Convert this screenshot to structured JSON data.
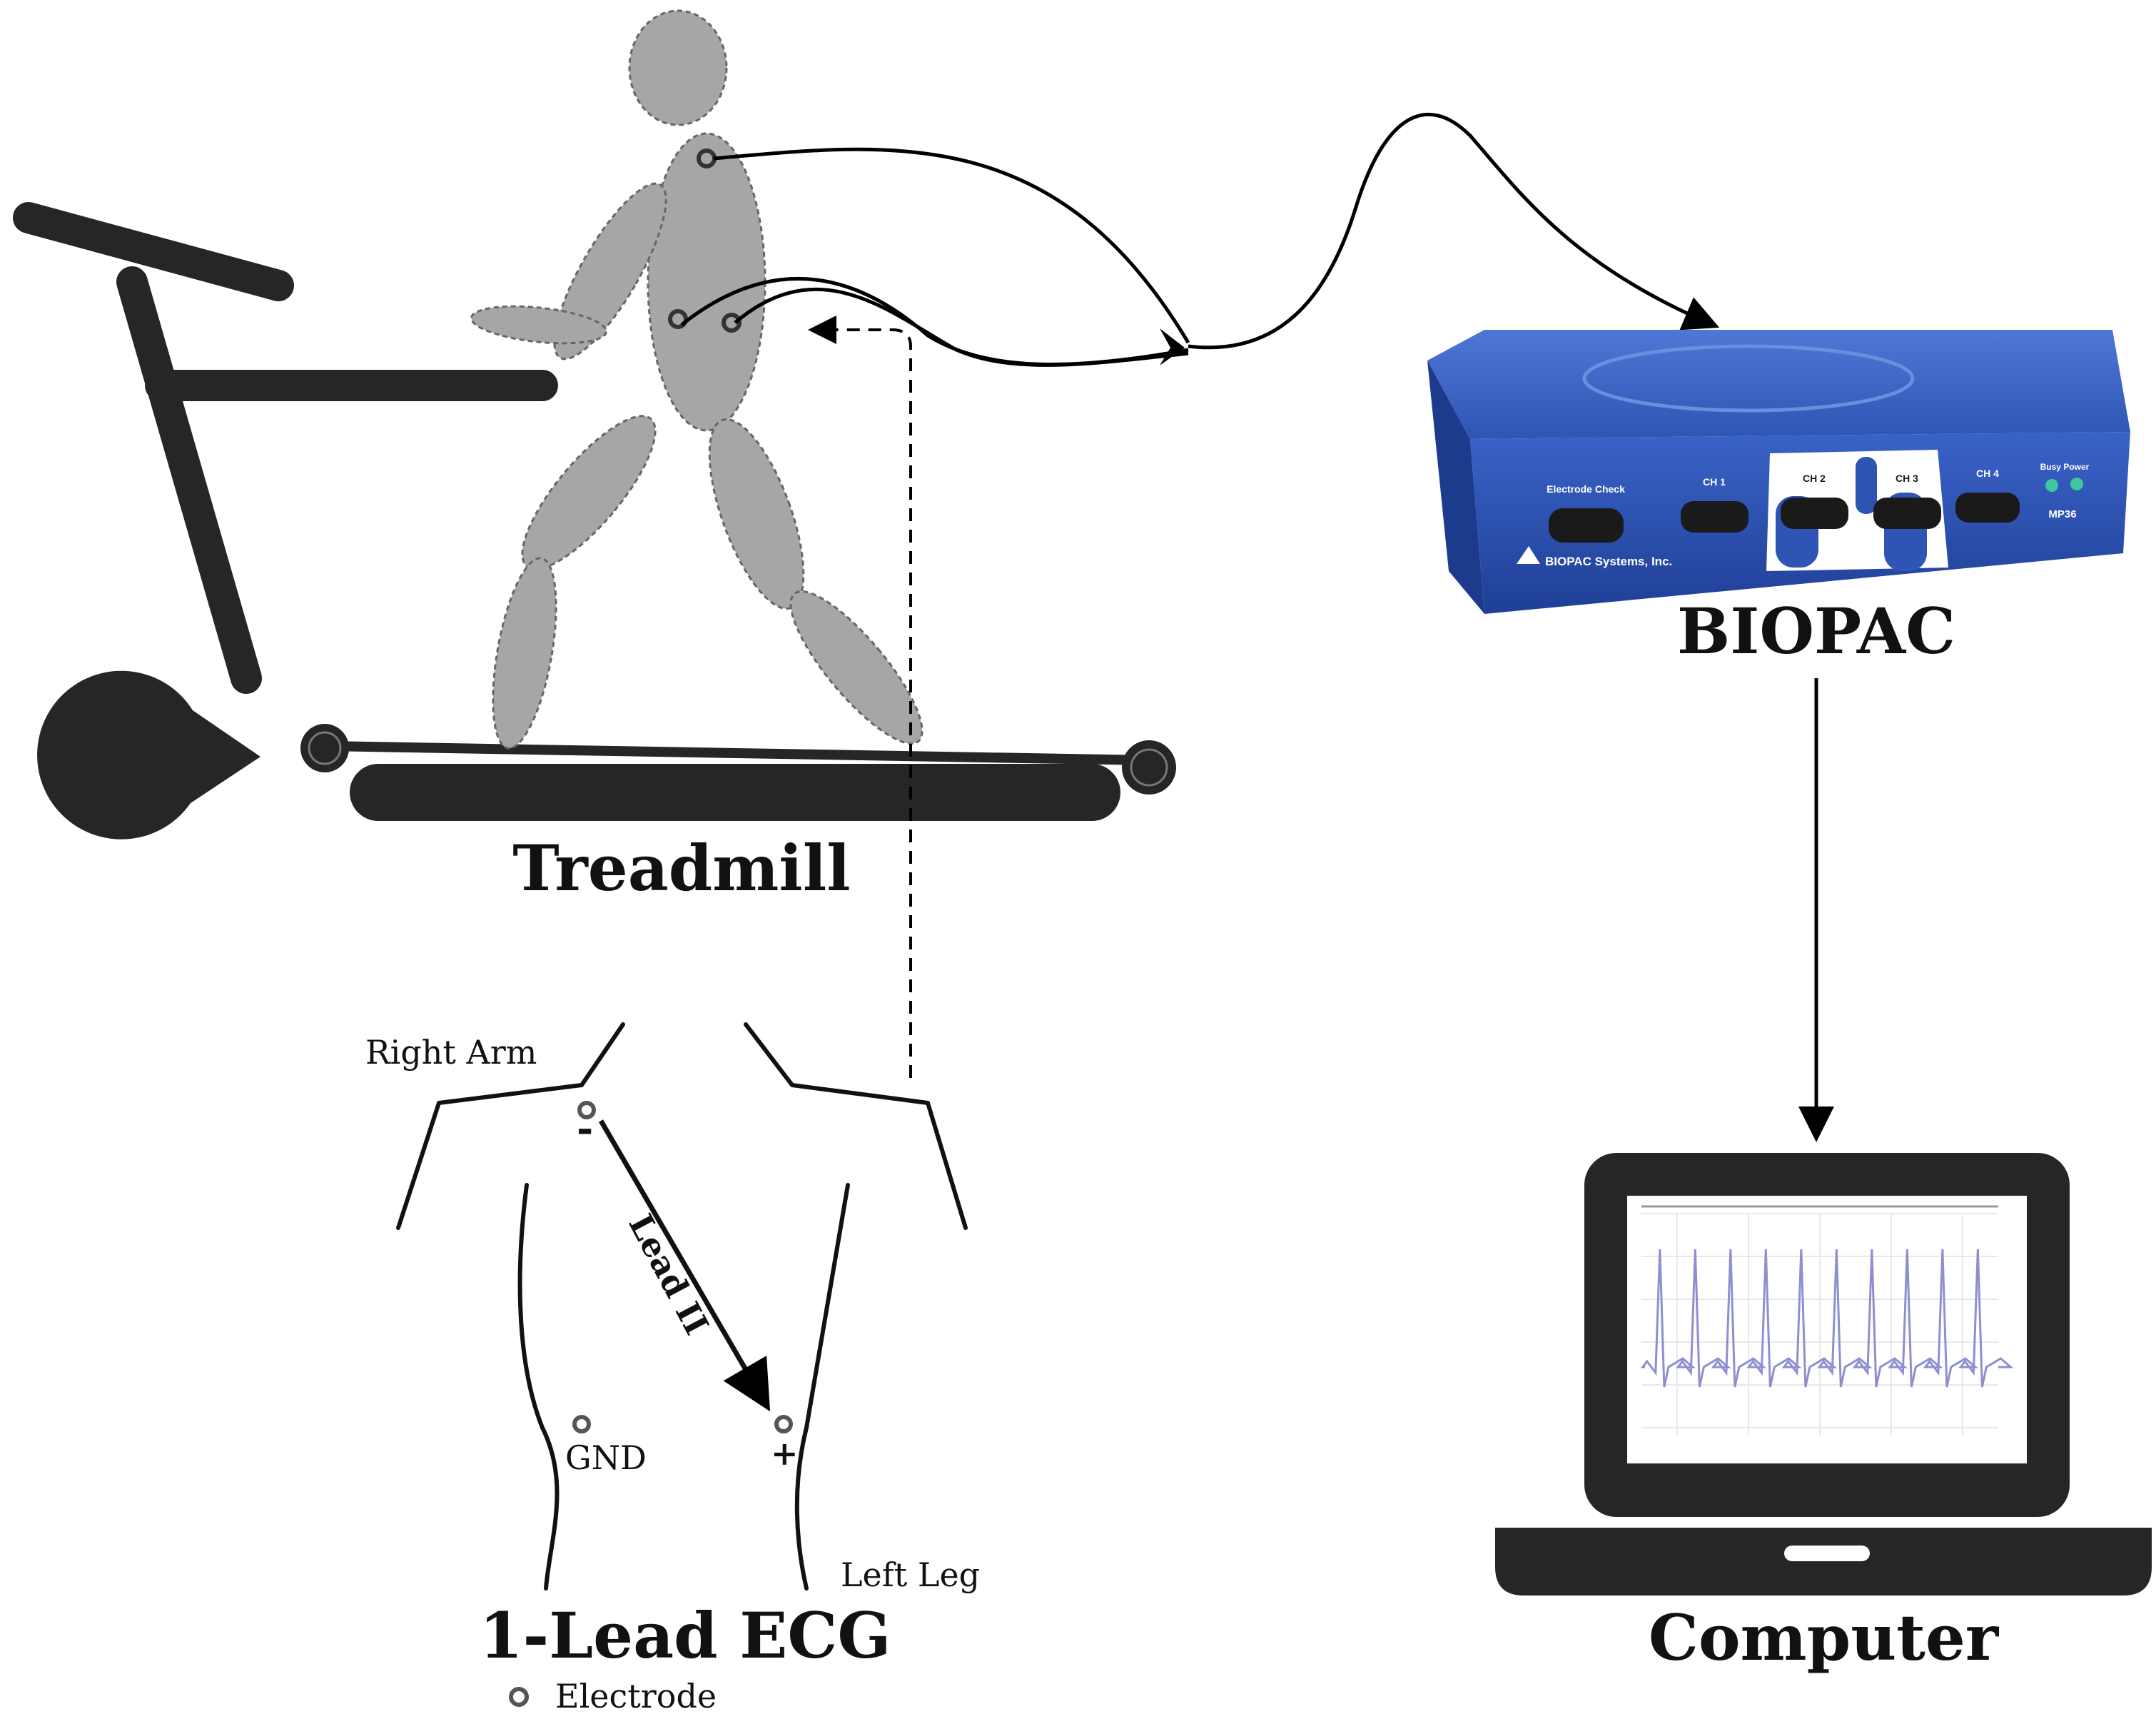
{
  "labels": {
    "treadmill": "Treadmill",
    "biopac": "BIOPAC",
    "computer": "Computer",
    "ecg_title": "1-Lead ECG",
    "electrode_legend": "Electrode",
    "right_arm": "Right Arm",
    "left_leg": "Left Leg",
    "gnd": "GND",
    "lead_ii": "Lead II",
    "minus": "-",
    "plus": "+"
  },
  "device": {
    "ports": [
      "Electrode Check",
      "CH 1",
      "CH 2",
      "CH 3",
      "CH 4"
    ],
    "indicators": "Busy Power",
    "model": "MP36",
    "brand": "BIOPAC Systems, Inc."
  },
  "colors": {
    "figure": "#a6a6a6",
    "treadmill": "#262626",
    "device_blue": "#2f55b4",
    "ecg_trace": "#8e8fd0"
  }
}
